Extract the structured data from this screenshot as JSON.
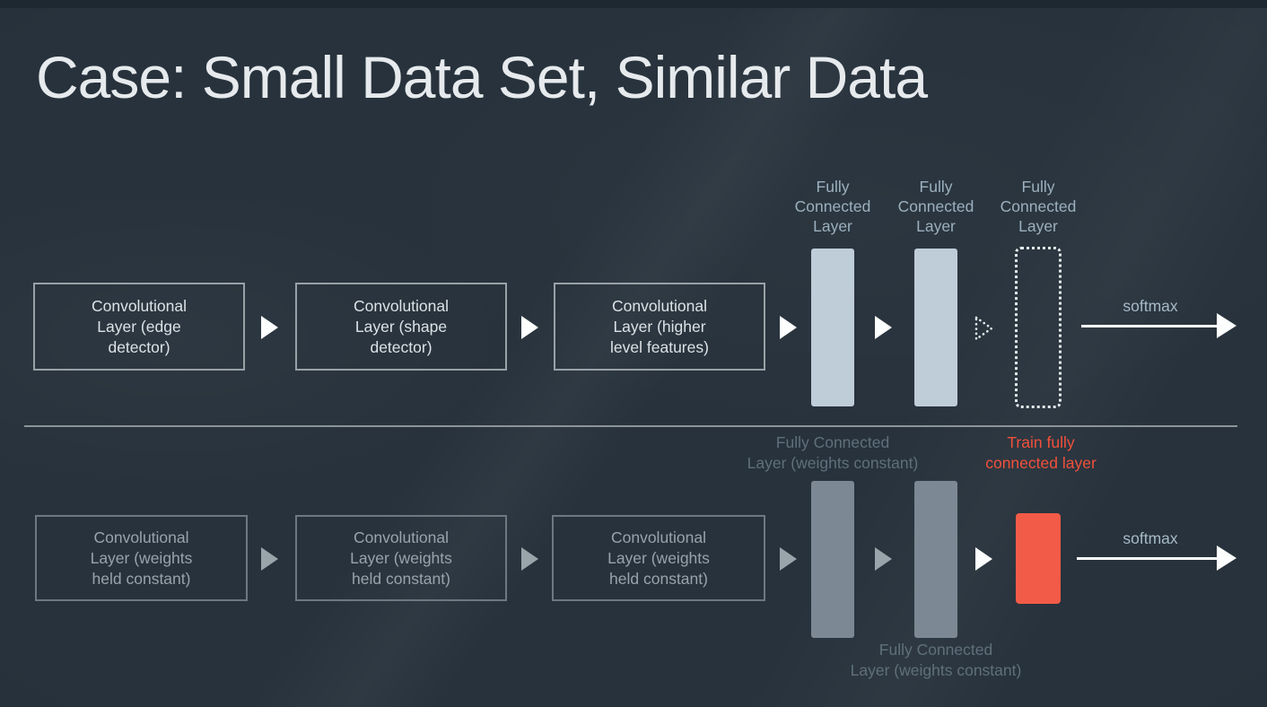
{
  "title": "Case: Small Data Set, Similar Data",
  "top_row": {
    "conv_boxes": [
      {
        "label": "Convolutional Layer (edge detector)"
      },
      {
        "label": "Convolutional Layer (shape detector)"
      },
      {
        "label": "Convolutional Layer (higher level features)"
      }
    ],
    "fc_labels": [
      "Fully Connected Layer",
      "Fully Connected Layer",
      "Fully Connected Layer"
    ],
    "softmax_label": "softmax"
  },
  "bottom_row": {
    "conv_boxes": [
      {
        "label": "Convolutional Layer (weights held constant)"
      },
      {
        "label": "Convolutional Layer (weights held constant)"
      },
      {
        "label": "Convolutional Layer (weights held constant)"
      }
    ],
    "fc_label_above_lines": [
      "Fully Connected",
      "Layer (weights constant)"
    ],
    "fc_label_below_lines": [
      "Fully Connected",
      "Layer (weights constant)"
    ],
    "train_label_lines": [
      "Train fully",
      "connected layer"
    ],
    "softmax_label": "softmax"
  },
  "colors": {
    "background": "#27323c",
    "fc_solid_fill": "#bfcdd9",
    "fc_frozen_fill": "#7c8893",
    "train_fill": "#f25b47",
    "train_text": "#f2503b",
    "conv_border": "#99a1a8",
    "conv_border_dim": "#6d7881",
    "fc_label_text": "#9cb0be",
    "dim_label_text": "#5f707b",
    "softmax_text": "#a7b9c7",
    "divider": "#8d9499",
    "arrow_white": "#fdfefe",
    "arrow_gray": "#9aa4ab"
  }
}
